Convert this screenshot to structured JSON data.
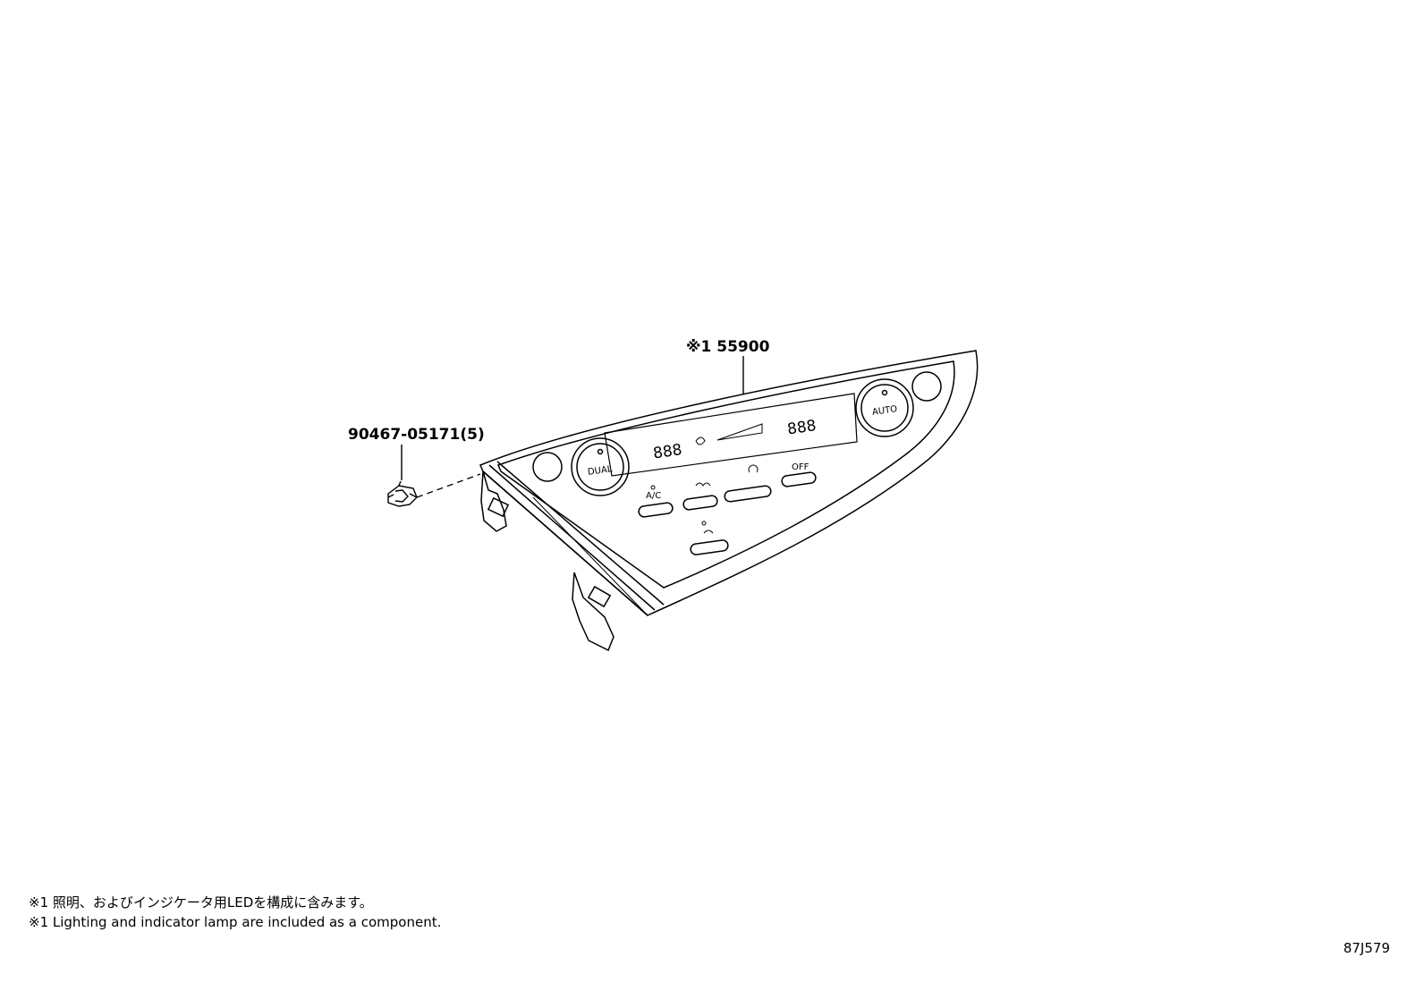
{
  "parts": {
    "main_unit_label": "※1 55900",
    "clip_label": "90467-05171(5)"
  },
  "panel": {
    "dual_button": "DUAL",
    "auto_button": "AUTO",
    "ac_label": "A/C",
    "off_label": "OFF",
    "display_left": "888",
    "display_right": "888"
  },
  "notes": {
    "jp": "※1 照明、およびインジケータ用LEDを構成に含みます。",
    "en": "※1 Lighting and indicator lamp are included as a component."
  },
  "figure_id": "87J579",
  "icons": [
    "fan-icon",
    "defrost-icon",
    "recirculation-icon",
    "seat-icon",
    "clip-icon"
  ]
}
